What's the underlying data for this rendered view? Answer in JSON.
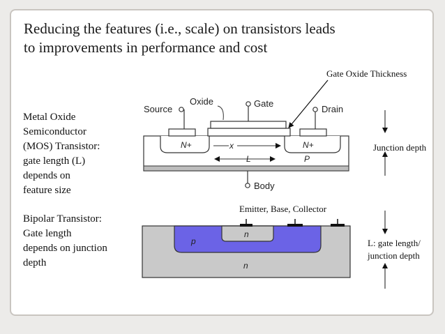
{
  "title": {
    "line1": "Reducing the features (i.e., scale) on transistors leads",
    "line2": "to improvements in performance and cost"
  },
  "mos_text": [
    "Metal Oxide",
    "Semiconductor",
    "(MOS) Transistor:",
    "gate length (L)",
    "depends on",
    "feature size"
  ],
  "bipolar_text": [
    "Bipolar Transistor:",
    "Gate length",
    "depends on junction",
    "depth"
  ],
  "annotations": {
    "gate_oxide": "Gate Oxide Thickness",
    "junction_depth": "Junction depth",
    "emitter_base_collector": "Emitter, Base, Collector",
    "gate_length_line1": "L: gate length/",
    "gate_length_line2": "junction depth"
  },
  "mos_diagram": {
    "source": "Source",
    "oxide": "Oxide",
    "gate": "Gate",
    "drain": "Drain",
    "n_plus_left": "N+",
    "n_plus_right": "N+",
    "x": "x",
    "L": "L",
    "P": "P",
    "body": "Body"
  },
  "bipolar_diagram": {
    "p": "p",
    "n_inner": "n",
    "n_outer": "n"
  },
  "colors": {
    "p_region": "#6b63e6",
    "substrate": "#c9c9c9",
    "slide_bg": "#ffffff",
    "page_bg": "#ecebe9"
  }
}
